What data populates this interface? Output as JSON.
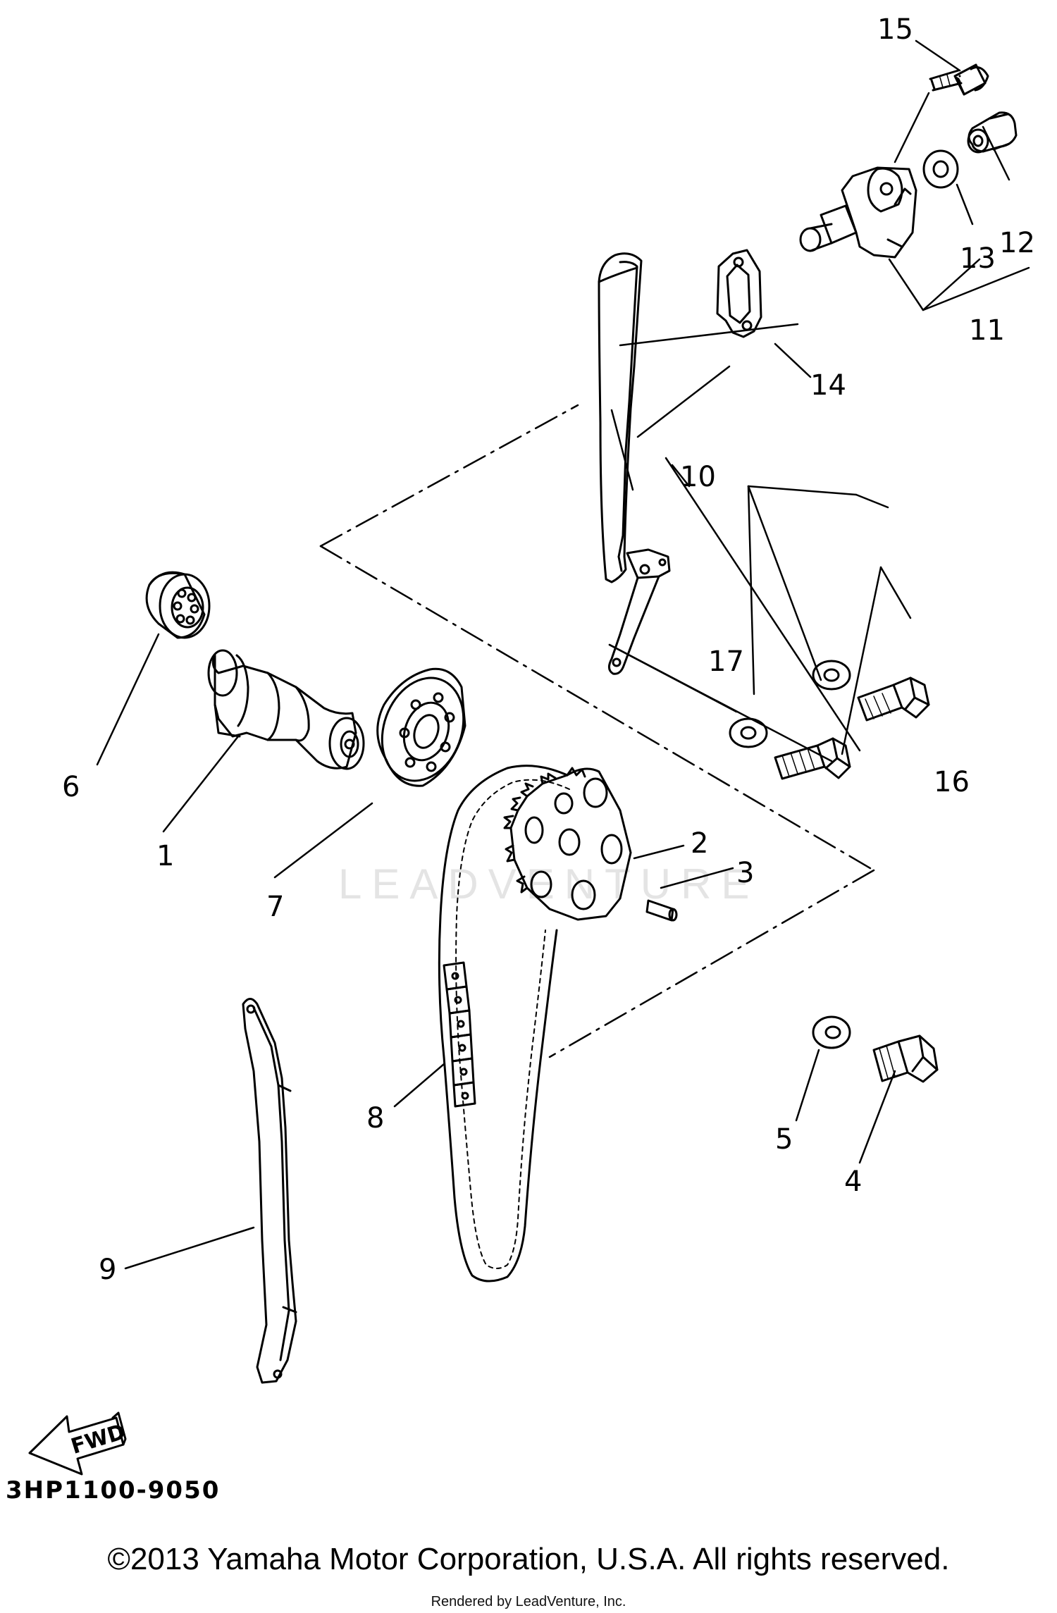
{
  "diagram": {
    "callouts": [
      {
        "id": "15",
        "label": "15"
      },
      {
        "id": "12",
        "label": "12"
      },
      {
        "id": "13",
        "label": "13"
      },
      {
        "id": "11",
        "label": "11"
      },
      {
        "id": "14",
        "label": "14"
      },
      {
        "id": "10",
        "label": "10"
      },
      {
        "id": "17",
        "label": "17"
      },
      {
        "id": "16",
        "label": "16"
      },
      {
        "id": "6",
        "label": "6"
      },
      {
        "id": "1",
        "label": "1"
      },
      {
        "id": "7",
        "label": "7"
      },
      {
        "id": "2",
        "label": "2"
      },
      {
        "id": "3",
        "label": "3"
      },
      {
        "id": "5",
        "label": "5"
      },
      {
        "id": "4",
        "label": "4"
      },
      {
        "id": "8",
        "label": "8"
      },
      {
        "id": "9",
        "label": "9"
      }
    ],
    "fwd_label": "FWD",
    "diagram_code": "3HP1100-9050",
    "watermark": "LEADVENTURE",
    "copyright": "©2013 Yamaha Motor Corporation, U.S.A. All rights reserved.",
    "rendered_by": "Rendered by LeadVenture, Inc."
  }
}
